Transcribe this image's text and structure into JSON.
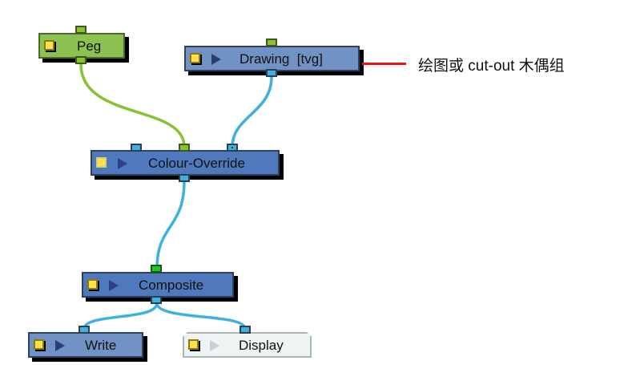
{
  "colors": {
    "peg_node": "#8dc150",
    "node_blue": "#7092c4",
    "node_selected_blue": "#4f79bd",
    "node_disabled": "#eef4f4",
    "wire_green": "#86c232",
    "wire_blue": "#3fb0e0",
    "annotation_line": "#e8141a"
  },
  "nodes": {
    "peg": {
      "label": "Peg"
    },
    "drawing": {
      "label": "Drawing  [tvg]"
    },
    "colour_override": {
      "label": "Colour-Override"
    },
    "composite": {
      "label": "Composite"
    },
    "write": {
      "label": "Write"
    },
    "display": {
      "label": "Display"
    }
  },
  "connections": [
    {
      "from": "peg",
      "to": "colour_override",
      "type": "peg"
    },
    {
      "from": "drawing",
      "to": "colour_override",
      "type": "image"
    },
    {
      "from": "colour_override",
      "to": "composite",
      "type": "image"
    },
    {
      "from": "composite",
      "to": "write",
      "type": "image"
    },
    {
      "from": "composite",
      "to": "display",
      "type": "image"
    }
  ],
  "annotation": {
    "text": "绘图或 cut-out 木偶组",
    "target": "drawing"
  }
}
